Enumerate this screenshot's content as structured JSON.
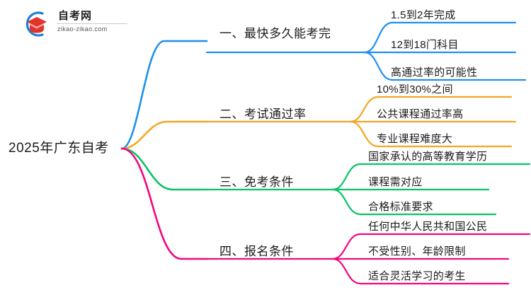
{
  "logo": {
    "name": "自考网",
    "domain": "zikao-zikao.com",
    "mark_icon": "graduation-cap-icon",
    "arc_color": "#1c7fd4",
    "cap_color": "#e2342c"
  },
  "mindmap": {
    "root": {
      "label": "2025年广东自考"
    },
    "branches": [
      {
        "index": "1",
        "label": "一、最快多久能考完",
        "color": "#1e90f0",
        "children": [
          {
            "label": "1.5到2年完成"
          },
          {
            "label": "12到18门科目"
          },
          {
            "label": "高通过率的可能性"
          }
        ]
      },
      {
        "index": "2",
        "label": "二、考试通过率",
        "color": "#f5a623",
        "children": [
          {
            "label": "10%到30%之间"
          },
          {
            "label": "公共课程通过率高"
          },
          {
            "label": "专业课程难度大"
          }
        ]
      },
      {
        "index": "3",
        "label": "三、免考条件",
        "color": "#0ac268",
        "children": [
          {
            "label": "国家承认的高等教育学历"
          },
          {
            "label": "课程需对应"
          },
          {
            "label": "合格标准要求"
          }
        ]
      },
      {
        "index": "4",
        "label": "四、报名条件",
        "color": "#f2067f",
        "children": [
          {
            "label": "任何中华人民共和国公民"
          },
          {
            "label": "不受性别、年龄限制"
          },
          {
            "label": "适合灵活学习的考生"
          }
        ]
      }
    ]
  }
}
